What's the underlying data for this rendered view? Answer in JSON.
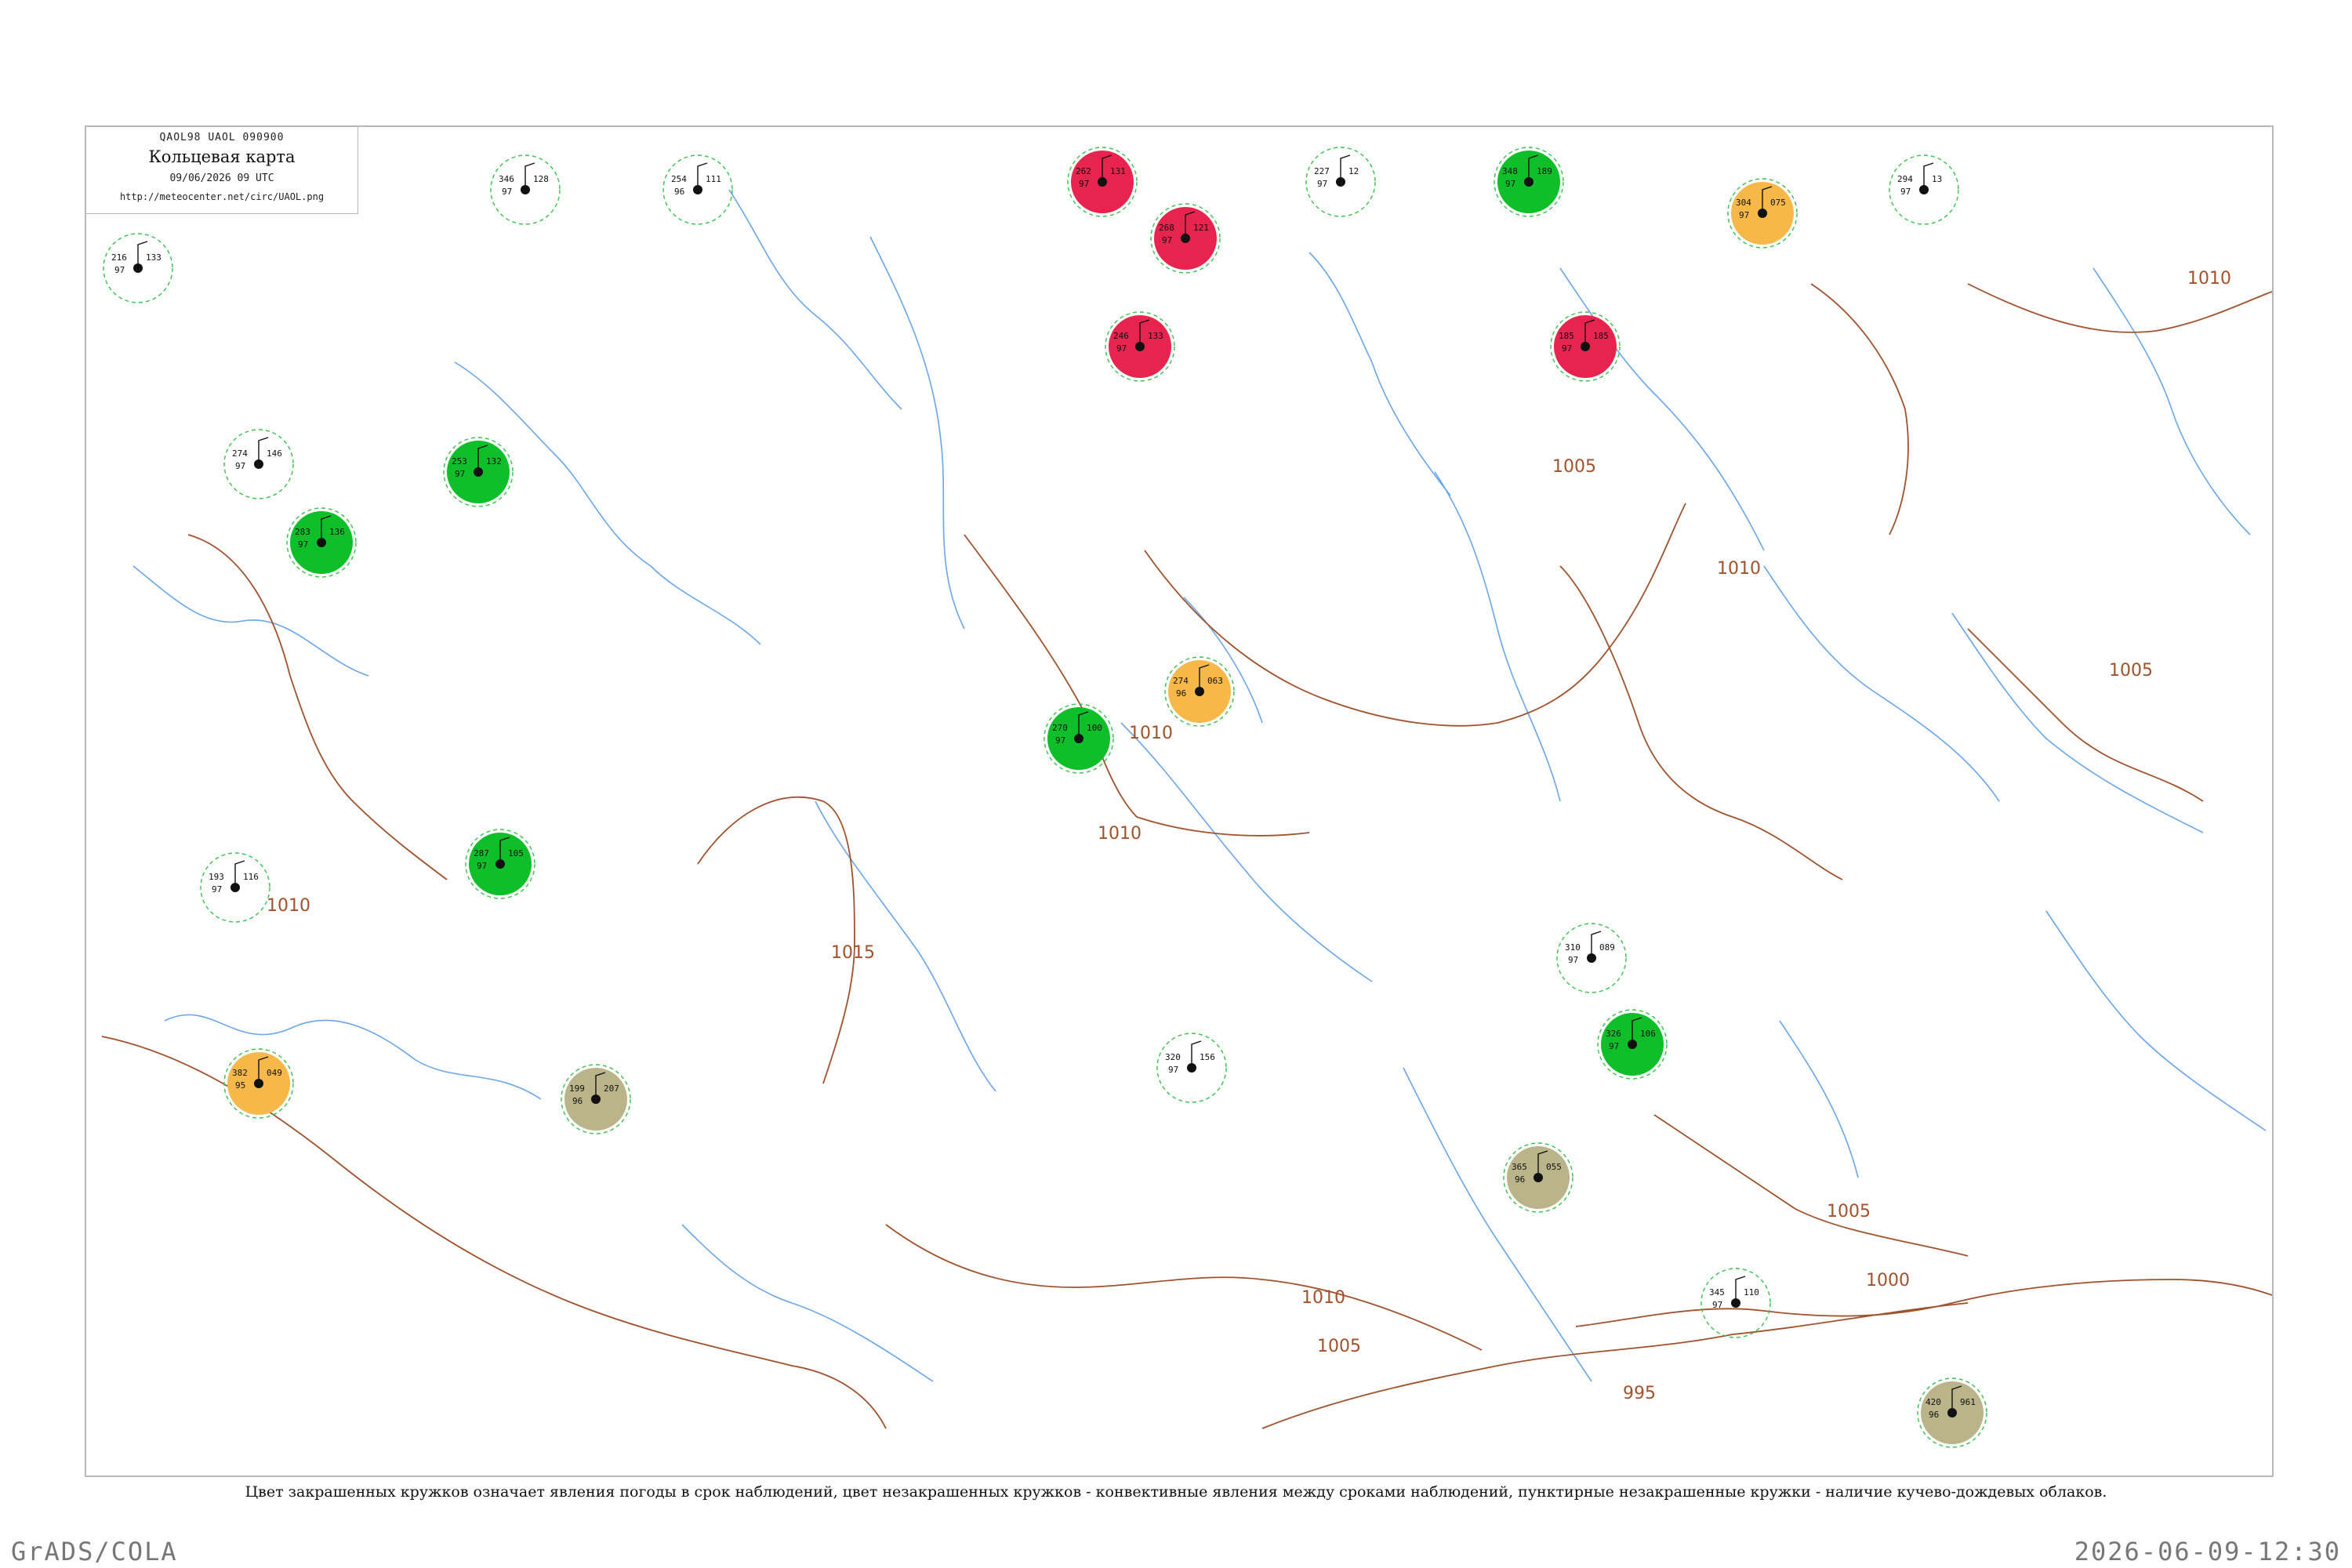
{
  "header": {
    "code": "QAOL98  UAOL  090900",
    "name": "Кольцевая карта",
    "time": "09/06/2026 09 UTC",
    "url": "http://meteocenter.net/circ/UAOL.png"
  },
  "caption": "Цвет закрашенных кружков означает явления погоды в срок наблюдений, цвет незакрашенных кружков - конвективные явления между сроками наблюдений, пунктирные незакрашенные кружки - наличие кучево-дождевых облаков.",
  "footer": {
    "left": "GrADS/COLA",
    "right": "2026-06-09-12:30"
  },
  "colors": {
    "green": "#0fbf2a",
    "red": "#e8244e",
    "orange": "#f7b84a",
    "olive": "#b9b48a",
    "isobar": "#a0522d",
    "river": "#6aa6e8",
    "dashed_ring": "#37c24b"
  },
  "isobar_labels": [
    "1010",
    "1010",
    "1005",
    "1010",
    "1015",
    "1010",
    "1005",
    "1010",
    "1005",
    "1000",
    "995",
    "1005",
    "1010"
  ],
  "stations": [
    {
      "n": "216",
      "m": "97",
      "b": "133",
      "c": ""
    },
    {
      "n": "253",
      "m": "97",
      "b": "132",
      "c": "green"
    },
    {
      "n": "346",
      "m": "97",
      "b": "128",
      "c": ""
    },
    {
      "n": "254",
      "m": "96",
      "b": "111",
      "c": ""
    },
    {
      "n": "262",
      "m": "97",
      "b": "131",
      "c": "red"
    },
    {
      "n": "268",
      "m": "97",
      "b": "121",
      "c": "red"
    },
    {
      "n": "227",
      "m": "97",
      "b": "12",
      "c": ""
    },
    {
      "n": "348",
      "m": "97",
      "b": "189",
      "c": "green"
    },
    {
      "n": "304",
      "m": "97",
      "b": "075",
      "c": "orange"
    },
    {
      "n": "294",
      "m": "97",
      "b": "13",
      "c": ""
    },
    {
      "n": "283",
      "m": "97",
      "b": "136",
      "c": "green"
    },
    {
      "n": "274",
      "m": "97",
      "b": "146",
      "c": ""
    },
    {
      "n": "287",
      "m": "97",
      "b": "105",
      "c": "green"
    },
    {
      "n": "246",
      "m": "97",
      "b": "133",
      "c": "red"
    },
    {
      "n": "270",
      "m": "97",
      "b": "100",
      "c": "green"
    },
    {
      "n": "185",
      "m": "97",
      "b": "185",
      "c": "red"
    },
    {
      "n": "382",
      "m": "95",
      "b": "049",
      "c": "orange"
    },
    {
      "n": "193",
      "m": "97",
      "b": "116",
      "c": ""
    },
    {
      "n": "199",
      "m": "96",
      "b": "207",
      "c": "olive"
    },
    {
      "n": "320",
      "m": "97",
      "b": "156",
      "c": ""
    },
    {
      "n": "274",
      "m": "96",
      "b": "063",
      "c": "orange"
    },
    {
      "n": "310",
      "m": "97",
      "b": "089",
      "c": ""
    },
    {
      "n": "326",
      "m": "97",
      "b": "106",
      "c": "green"
    },
    {
      "n": "365",
      "m": "96",
      "b": "055",
      "c": "olive"
    },
    {
      "n": "420",
      "m": "96",
      "b": "961",
      "c": "olive"
    },
    {
      "n": "345",
      "m": "97",
      "b": "110",
      "c": ""
    }
  ]
}
